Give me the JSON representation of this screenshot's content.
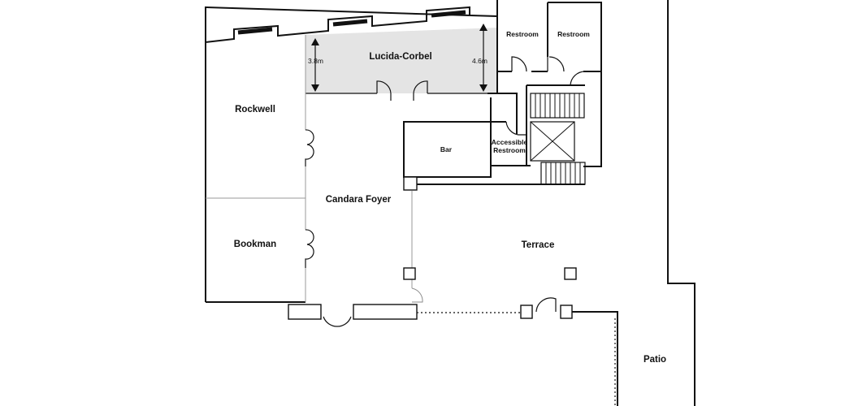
{
  "rooms": {
    "lucida": "Lucida-Corbel",
    "rockwell": "Rockwell",
    "bookman": "Bookman",
    "foyer": "Candara Foyer",
    "bar": "Bar",
    "accessible_1": "Accessible",
    "accessible_2": "Restroom",
    "restroom_1": "Restroom",
    "restroom_2": "Restroom",
    "terrace": "Terrace",
    "patio": "Patio"
  },
  "dimensions": {
    "left": "3.8m",
    "right": "4.6m"
  },
  "colors": {
    "highlight_fill": "#e4e4e4",
    "wall": "#111111",
    "partition": "#9a9a9a"
  }
}
